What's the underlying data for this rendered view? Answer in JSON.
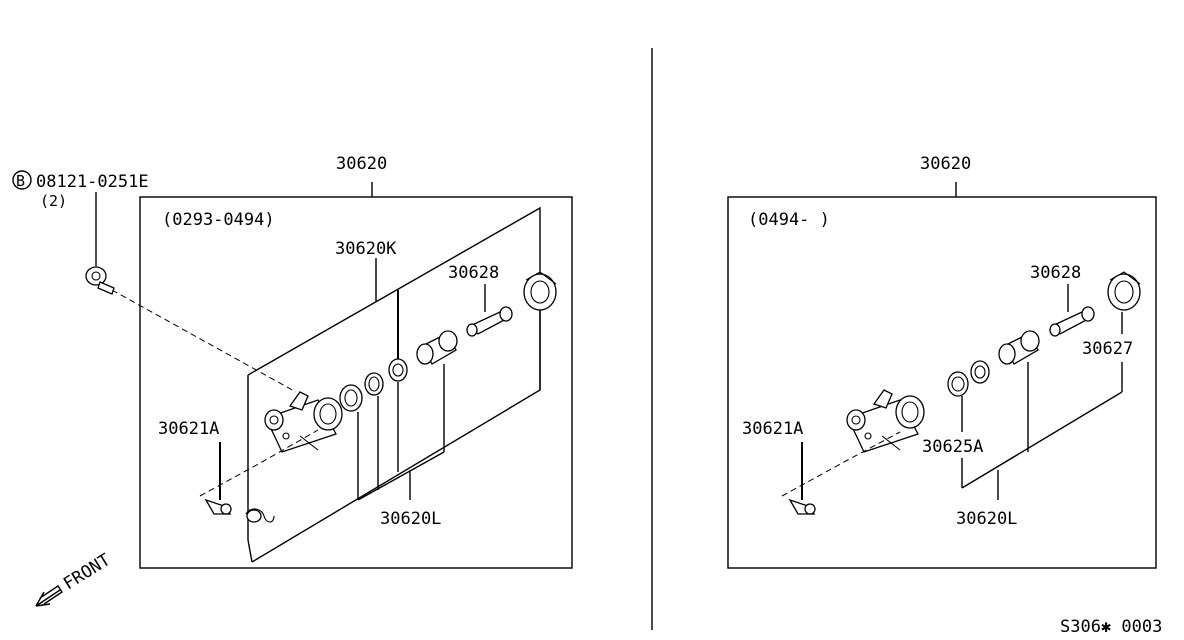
{
  "diagram_id": "S306✱ 0003",
  "front_label": "FRONT",
  "bolt": {
    "part_no": "08121-0251E",
    "badge": "B",
    "qty": "(2)"
  },
  "left_panel": {
    "assembly_no": "30620",
    "date_range": "(0293-0494)",
    "callouts": {
      "kit": "30620K",
      "piston_rod": "30628",
      "bleeder": "30621A",
      "repair_kit": "30620L"
    }
  },
  "right_panel": {
    "assembly_no": "30620",
    "date_range": "(0494-   )",
    "callouts": {
      "piston_rod": "30628",
      "boot": "30627",
      "bleeder": "30621A",
      "piston_cup": "30625A",
      "repair_kit": "30620L"
    }
  }
}
